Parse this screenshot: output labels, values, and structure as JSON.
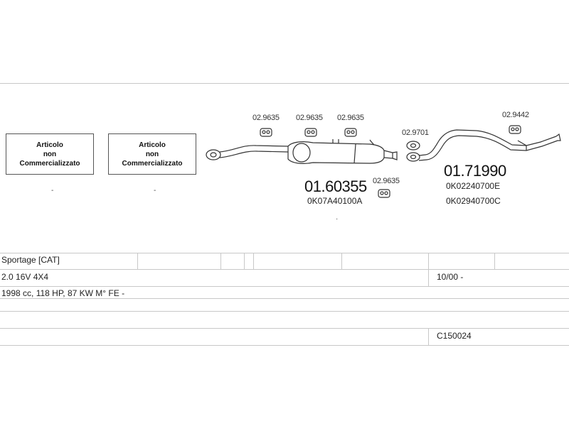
{
  "placeholder_boxes": [
    {
      "line1": "Articolo",
      "line2": "non",
      "line3": "Commercializzato",
      "dash": "-"
    },
    {
      "line1": "Articolo",
      "line2": "non",
      "line3": "Commercializzato",
      "dash": "-"
    }
  ],
  "parts": {
    "hanger_1": "02.9635",
    "hanger_2": "02.9635",
    "hanger_3": "02.9635",
    "hanger_4": "02.9635",
    "gasket": "02.9701",
    "hanger_rear": "02.9442",
    "middle_silencer": {
      "code": "01.60355",
      "oem": "0K07A40100A"
    },
    "rear_pipe": {
      "code": "01.71990",
      "oem1": "0K02240700E",
      "oem2": "0K02940700C"
    }
  },
  "table": {
    "model": "Sportage  [CAT]",
    "engine": "2.0 16V 4X4",
    "date_range": "10/00 -",
    "specs": "1998 cc, 118 HP, 87 KW M° FE -",
    "ref": "C150024"
  }
}
